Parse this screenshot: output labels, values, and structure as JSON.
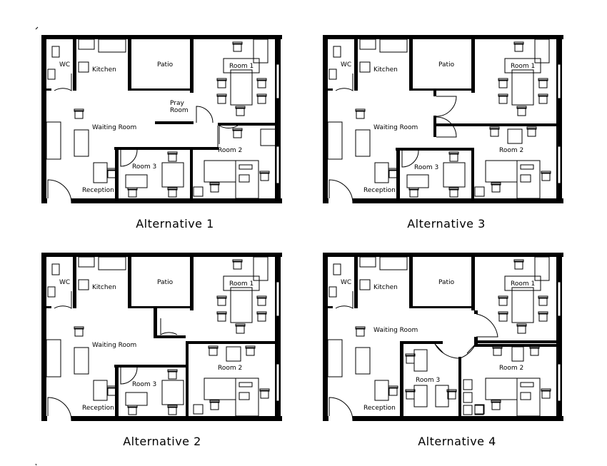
{
  "plans": [
    {
      "title": "Alternative 1",
      "variant": "a1",
      "labels": {
        "wc": "WC",
        "kitchen": "Kitchen",
        "patio": "Patio",
        "room1": "Room  1",
        "room2": "Room  2",
        "room3": "Room  3",
        "waiting": "Waiting  Room",
        "reception": "Reception",
        "pray1": "Pray",
        "pray2": "Room"
      }
    },
    {
      "title": "Alternative 3",
      "variant": "a3",
      "labels": {
        "wc": "WC",
        "kitchen": "Kitchen",
        "patio": "Patio",
        "room1": "Room  1",
        "room2": "Room  2",
        "room3": "Room  3",
        "waiting": "Waiting  Room",
        "reception": "Reception"
      }
    },
    {
      "title": "Alternative 2",
      "variant": "a2",
      "labels": {
        "wc": "WC",
        "kitchen": "Kitchen",
        "patio": "Patio",
        "room1": "Room  1",
        "room2": "Room  2",
        "room3": "Room  3",
        "waiting": "Waiting  Room",
        "reception": "Reception"
      }
    },
    {
      "title": "Alternative 4",
      "variant": "a4",
      "labels": {
        "wc": "WC",
        "kitchen": "Kitchen",
        "patio": "Patio",
        "room1": "Room  1",
        "room2": "Room  2",
        "room3": "Room  3",
        "waiting": "Waiting  Room",
        "reception": "Reception"
      }
    }
  ]
}
